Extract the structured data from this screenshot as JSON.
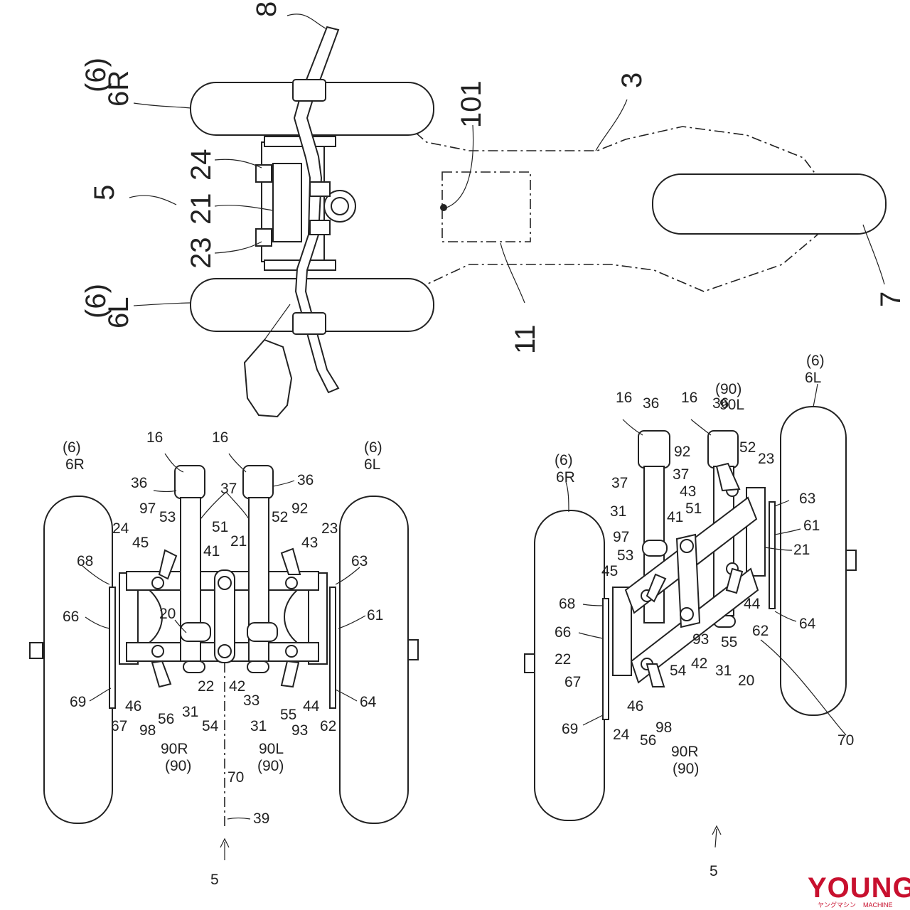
{
  "top_view": {
    "labels": {
      "l8": "8",
      "l6r_paren": "(6)",
      "l6r": "6R",
      "l101": "101",
      "l3": "3",
      "l24": "24",
      "l5": "5",
      "l21": "21",
      "l23": "23",
      "l6l_paren": "(6)",
      "l6l": "6L",
      "l11": "11",
      "l7": "7"
    }
  },
  "front_view": {
    "labels": {
      "l16a": "16",
      "l16b": "16",
      "l36a": "36",
      "l36b": "36",
      "l6r_paren": "(6)",
      "l6r": "6R",
      "l6l_paren": "(6)",
      "l6l": "6L",
      "l37": "37",
      "l97": "97",
      "l53": "53",
      "l52": "52",
      "l92": "92",
      "l24": "24",
      "l45": "45",
      "l51": "51",
      "l21": "21",
      "l41": "41",
      "l43": "43",
      "l23": "23",
      "l68": "68",
      "l63": "63",
      "l66": "66",
      "l20": "20",
      "l61": "61",
      "l22": "22",
      "l42": "42",
      "l33": "33",
      "l69": "69",
      "l46": "46",
      "l44": "44",
      "l64": "64",
      "l67": "67",
      "l98": "98",
      "l56": "56",
      "l31a": "31",
      "l54": "54",
      "l31b": "31",
      "l55": "55",
      "l93": "93",
      "l62": "62",
      "l90r": "90R",
      "l90r_paren": "(90)",
      "l90l": "90L",
      "l90l_paren": "(90)",
      "l70": "70",
      "l39": "39",
      "l5": "5"
    }
  },
  "lean_view": {
    "labels": {
      "l6l_paren": "(6)",
      "l6l": "6L",
      "l16a": "16",
      "l36a": "36",
      "l16b": "16",
      "l36b": "36",
      "l90_paren": "(90)",
      "l90l": "90L",
      "l6r_paren": "(6)",
      "l6r": "6R",
      "l92": "92",
      "l52": "52",
      "l23": "23",
      "l37a": "37",
      "l37b": "37",
      "l43": "43",
      "l63": "63",
      "l31": "31",
      "l41": "41",
      "l51": "51",
      "l61": "61",
      "l97": "97",
      "l21": "21",
      "l53": "53",
      "l45": "45",
      "l68": "68",
      "l44": "44",
      "l64": "64",
      "l62": "62",
      "l66": "66",
      "l93": "93",
      "l55": "55",
      "l22": "22",
      "l42": "42",
      "l31b": "31",
      "l67": "67",
      "l54": "54",
      "l20": "20",
      "l46": "46",
      "l98": "98",
      "l69": "69",
      "l24": "24",
      "l56": "56",
      "l70": "70",
      "l90r": "90R",
      "l90r_paren": "(90)",
      "l5": "5"
    }
  },
  "watermark": {
    "brand": "YOUNG",
    "sub_left": "ヤングマシン",
    "sub_right": "MACHINE"
  }
}
